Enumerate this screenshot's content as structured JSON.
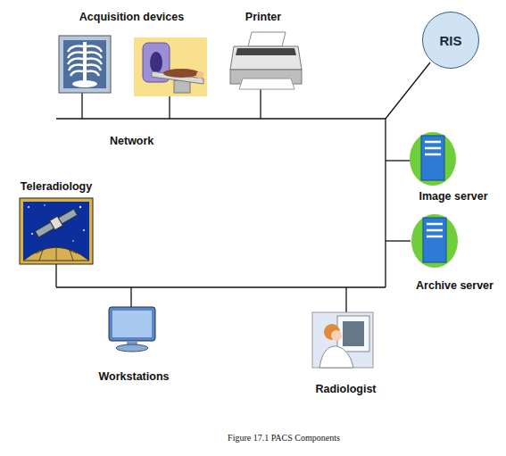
{
  "diagram": {
    "caption": "Figure 17.1 PACS Components",
    "nodes": [
      {
        "text": [
          "Acquisition devices"
        ]
      },
      {
        "text": [
          "Printer"
        ]
      },
      {
        "text": [
          "RIS"
        ]
      },
      {
        "text": [
          "Teleradiology"
        ]
      },
      {
        "text": [
          "Image server"
        ]
      },
      {
        "text": [
          "Archive server"
        ]
      },
      {
        "text": [
          "Workstations"
        ]
      },
      {
        "text": [
          "Radiologist"
        ]
      }
    ],
    "labels": [
      "Network"
    ]
  }
}
